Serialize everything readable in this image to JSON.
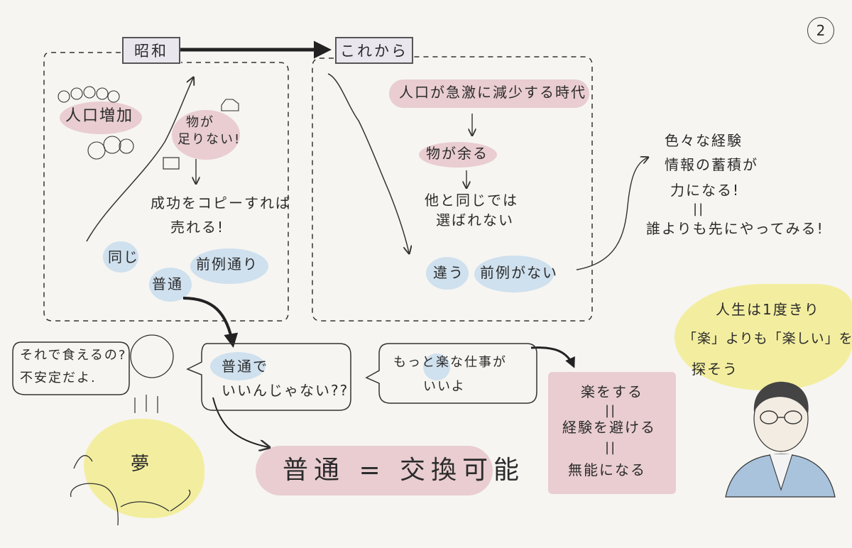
{
  "page_number": "2",
  "left_panel": {
    "header": "昭和",
    "population": "人口増加",
    "shortage": [
      "物が",
      "足りない!"
    ],
    "result": [
      "成功をコピーすれば",
      "売れる!"
    ],
    "tags": [
      "同じ",
      "前例通り",
      "普通"
    ]
  },
  "right_panel": {
    "header": "これから",
    "population": "人口が急激に減少する時代",
    "surplus": "物が余る",
    "not_chosen": [
      "他と同じでは",
      "選ばれない"
    ],
    "tags": [
      "違う",
      "前例がない"
    ]
  },
  "experience_note": [
    "色々な経験",
    "情報の蓄積が",
    "力になる!",
    "||",
    "誰よりも先にやってみる!"
  ],
  "speech_left": [
    "それで食えるの?",
    "不安定だよ."
  ],
  "speech_middle": [
    "普通で",
    "いいんじゃない??"
  ],
  "speech_right": [
    "もっと楽な仕事が",
    "いいよ"
  ],
  "dream": "夢",
  "conclusion": "普通 = 交換可能",
  "easy_box": [
    "楽をする",
    "||",
    "経験を避ける",
    "||",
    "無能になる"
  ],
  "life_message": [
    "人生は1度きり",
    "「楽」よりも「楽しい」を",
    "探そう"
  ],
  "colors": {
    "pink": "#e9cdd1",
    "blue": "#cfe0ee",
    "yellow": "#f3ee9f",
    "paper": "#f6f5f1"
  }
}
